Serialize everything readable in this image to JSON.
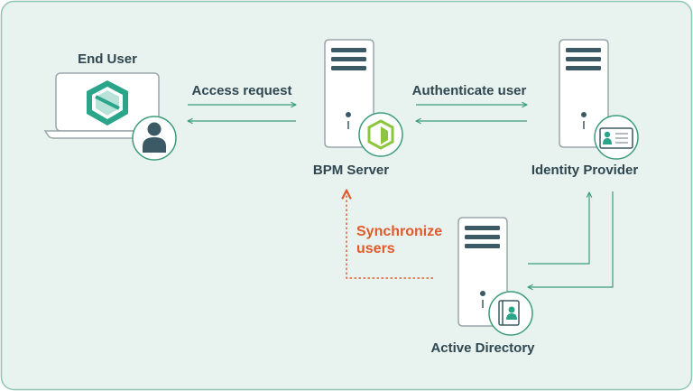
{
  "nodes": {
    "end_user": {
      "label": "End User"
    },
    "bpm_server": {
      "label": "BPM Server"
    },
    "identity_provider": {
      "label": "Identity Provider"
    },
    "active_directory": {
      "label": "Active Directory"
    }
  },
  "edges": {
    "access_request": {
      "label": "Access request"
    },
    "authenticate_user": {
      "label": "Authenticate user"
    },
    "synchronize_users": {
      "line1": "Synchronize",
      "line2": "users"
    }
  },
  "colors": {
    "background": "#e8f2ef",
    "border": "#8ec5b4",
    "server_fill": "#ffffff",
    "server_stroke": "#9aa6aa",
    "slot": "#3c5a66",
    "arrow": "#3a9c7a",
    "sync_arrow": "#e05a2a",
    "accent_green": "#8cc63f",
    "accent_teal": "#2aa58a",
    "text": "#2f4750"
  }
}
